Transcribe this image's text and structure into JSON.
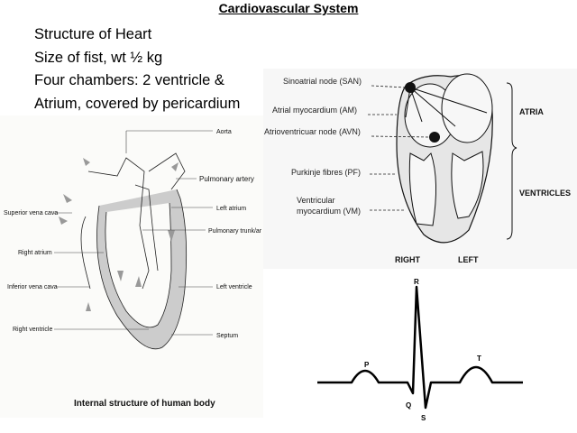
{
  "slide": {
    "title": "Cardiovascular System",
    "bullets": [
      "Structure of Heart",
      "Size of fist, wt ½ kg",
      "Four chambers: 2 ventricle &",
      "Atrium, covered by pericardium"
    ]
  },
  "internal_diagram": {
    "labels": {
      "aorta": "Aorta",
      "pulmonary_artery": "Pulmonary artery",
      "left_atrium": "Left atrium",
      "pulmonary_trunk": "Pulmonary trunk/ar",
      "superior_vena_cava": "Superior vena cava",
      "right_atrium": "Right atrium",
      "inferior_vena_cava": "Inferior vena cava",
      "left_ventricle": "Left ventricle",
      "right_ventricle": "Right ventricle",
      "septum": "Septum"
    },
    "caption": "Internal structure of human body"
  },
  "conduction_diagram": {
    "labels": {
      "san": "Sinoatrial node (SAN)",
      "am": "Atrial myocardium (AM)",
      "avn": "Atrioventricuar node (AVN)",
      "pf": "Purkinje fibres (PF)",
      "vm1": "Ventricular",
      "vm2": "myocardium (VM)",
      "atria": "ATRIA",
      "ventricles": "VENTRICLES",
      "right": "RIGHT",
      "left": "LEFT"
    }
  },
  "ecg": {
    "labels": {
      "p": "P",
      "q": "Q",
      "r": "R",
      "s": "S",
      "t": "T"
    }
  }
}
